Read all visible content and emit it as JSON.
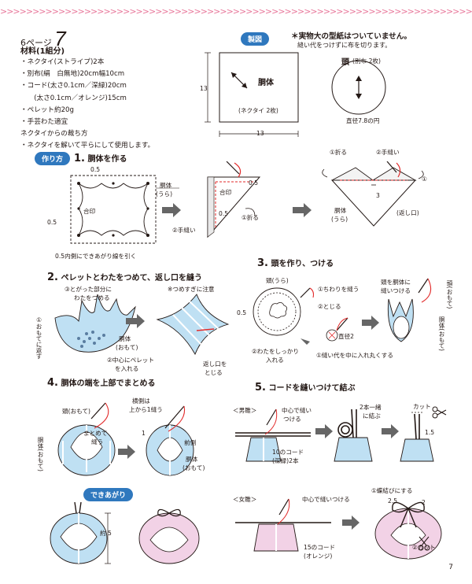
{
  "header": {
    "decor": ">>>>>>>>>>>>>>>>>>>>>>>>>>>>>>>>>>>>>>>>>>>>>>>>>>>>>>>>>>>>>>>>>>>>>>>>>>>>>>>>>>>>>>>>>>>>>",
    "page_ref_prefix": "6ページ",
    "page_ref_num": "7"
  },
  "materials": {
    "title": "材料(1組分)",
    "items": [
      "・ネクタイ(ストライプ)2本",
      "・別布(絹　白無地)20cm幅10cm",
      "・コード(太さ0.1cm／深緑)20cm",
      "　　(太さ0.1cm／オレンジ)15cm",
      "・ペレット約20g",
      "・手芸わた適宜",
      "ネクタイからの裁ち方",
      "・ネクタイを解いて平らにして使用します。"
    ]
  },
  "pattern": {
    "badge": "製図",
    "note1": "＊実物大の型紙はついていません。",
    "note2": "縫い代をつけずに布を切ります。",
    "body_label": "胴体",
    "body_sub": "(ネクタイ 2枚)",
    "dim_side": "13",
    "dim_bottom": "13",
    "head_label": "頭",
    "head_sub": "(別布 2枚)",
    "head_dim": "直径7.8の円"
  },
  "howto": {
    "badge": "作り方",
    "step1": {
      "num": "1.",
      "title": "胴体を作る",
      "m1": "0.5",
      "m2": "0.5",
      "m3": "0.5",
      "m4": "0.5",
      "aiin": "合印",
      "aiin2": "合印",
      "line_note": "0.5内側にできあがり線を引く",
      "body_ura": "胴体",
      "body_ura2": "(うら)",
      "fold1": "①折る",
      "hand1": "②手縫い",
      "fold2": "①折る",
      "hand2": "②手縫い",
      "fold3": "①",
      "three": "3",
      "return": "(返し口)",
      "body_ura3": "胴体",
      "body_ura4": "(うら)"
    },
    "step2": {
      "num": "2.",
      "title": "ペレットとわたをつめて、返し口を縫う",
      "cotton": "③とがった部分に",
      "cotton2": "わたをつめる",
      "caution": "※つめすぎに注意",
      "outside": "①おもてに返す",
      "body_ome": "胴体",
      "body_ome2": "(おもて)",
      "pellet": "②中心にペレット",
      "pellet2": "を入れる",
      "close": "返し口を",
      "close2": "とじる"
    },
    "step3": {
      "num": "3.",
      "title": "頭を作り、つける",
      "head_ura": "頭(うら)",
      "gather": "①ちわりを縫う",
      "m": "0.5",
      "tighten": "②とじる",
      "dia": "直径2",
      "cotton": "②わたをしっかり",
      "cotton2": "入れる",
      "inward": "①縫い代を中に入れ丸くする",
      "attach": "頭を胴体に",
      "attach2": "縫いつける",
      "body_ome": "胴体(おもて)",
      "head_ome": "頭(おもて)"
    },
    "step4": {
      "num": "4.",
      "title": "胴体の端を上部でまとめる",
      "head_ome": "頭(おもて)",
      "gather": "まとめて",
      "gather2": "縫う",
      "body_ome_v": "胴体(おもて)",
      "note": "横側は",
      "note2": "上から1縫う",
      "one": "1",
      "front": "前側",
      "body_ome2": "胴体",
      "body_ome3": "(おもて)"
    },
    "step5": {
      "num": "5.",
      "title": "コードを縫いつけて結ぶ",
      "male": "＜男雛＞",
      "center": "中心で縫い",
      "center2": "つける",
      "cord10": "10のコード",
      "cord10b": "(深緑)2本",
      "tie": "2本一緒",
      "tie2": "に結ぶ",
      "cut": "カット",
      "cut_dim": "1.5",
      "female": "＜女雛＞",
      "center_f": "中心で縫いつける",
      "cord15": "15のコード",
      "cord15b": "(オレンジ)",
      "bow": "①蝶結びにする",
      "b1": "2.5",
      "b2": "2",
      "cut2": "②カット"
    },
    "finished": {
      "badge": "できあがり",
      "height": "約 5"
    }
  },
  "colors": {
    "accent_pink": "#e8779a",
    "badge_blue": "#2f78be",
    "body_blue": "#bfe0f3",
    "body_pink": "#f2d2e6",
    "cord_red": "#e22a2a",
    "line_dark": "#231815"
  },
  "page_number": "7"
}
